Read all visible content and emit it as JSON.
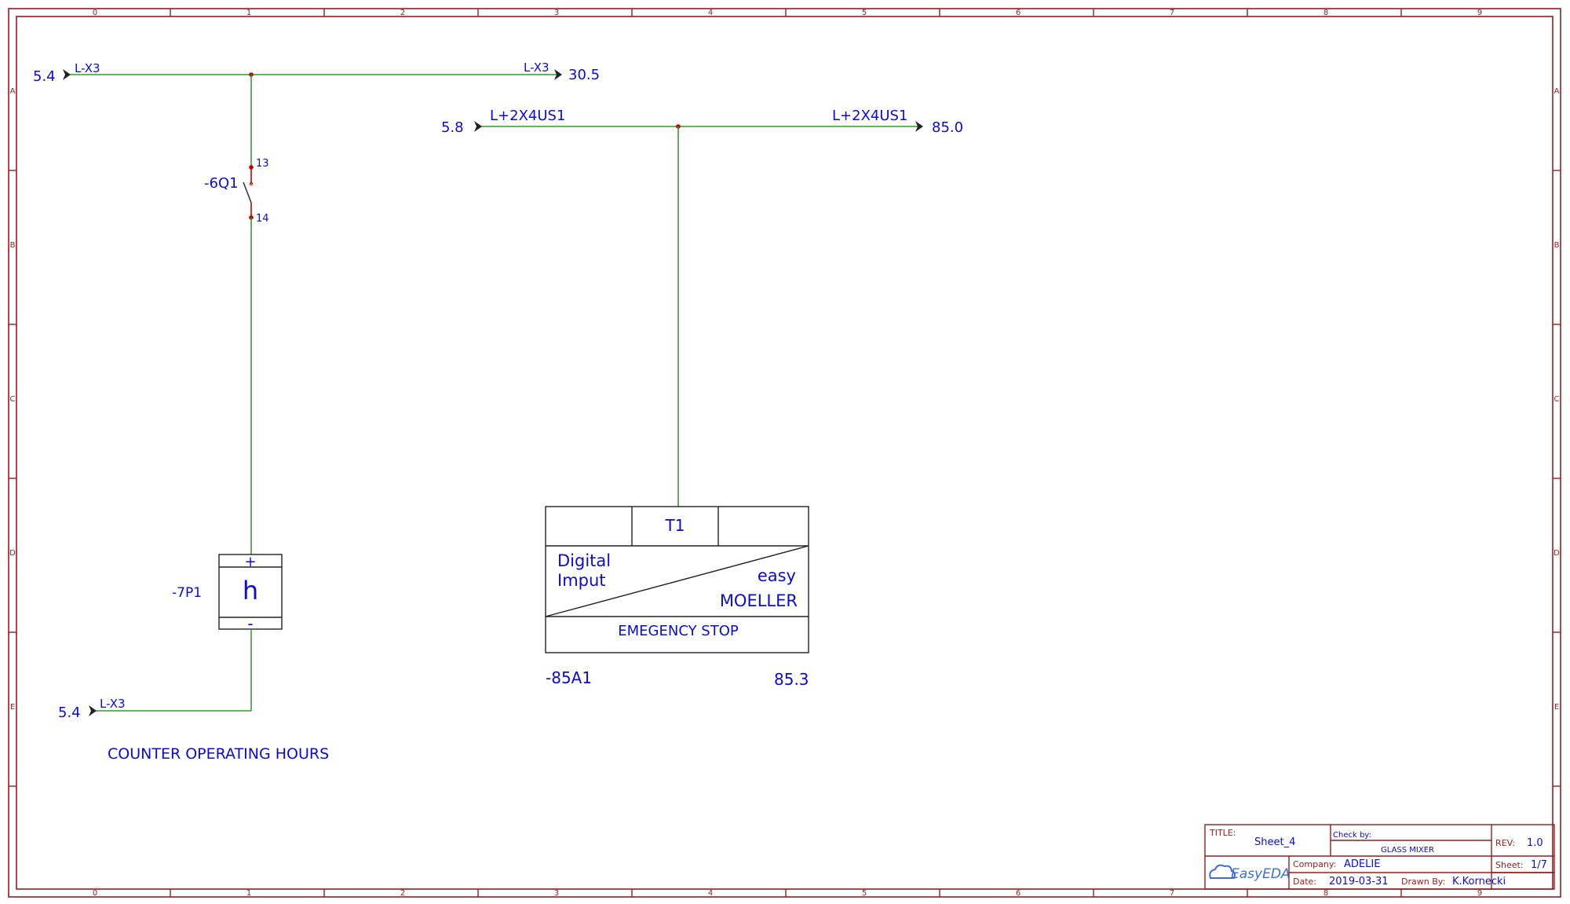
{
  "frame": {
    "columns": [
      "0",
      "1",
      "2",
      "3",
      "4",
      "5",
      "6",
      "7",
      "8",
      "9"
    ],
    "rows": [
      "A",
      "B",
      "C",
      "D",
      "E"
    ]
  },
  "rail_top": {
    "left_ref": "5.4",
    "left_net": "L-X3",
    "right_net": "L-X3",
    "right_ref": "30.5"
  },
  "rail_mid": {
    "left_ref": "5.8",
    "left_net": "L+2X4US1",
    "right_net": "L+2X4US1",
    "right_ref": "85.0"
  },
  "switch": {
    "designator": "-6Q1",
    "pin_top": "13",
    "pin_bottom": "14"
  },
  "counter": {
    "designator": "-7P1",
    "symbol": "h",
    "plus": "+",
    "minus": "-",
    "caption": "COUNTER OPERATING HOURS"
  },
  "rail_bottom": {
    "left_ref": "5.4",
    "left_net": "L-X3"
  },
  "module": {
    "header": "T1",
    "line1": "Digital",
    "line2": "Imput",
    "right1": "easy",
    "right2": "MOELLER",
    "footer": "EMEGENCY STOP",
    "designator": "-85A1",
    "ref": "85.3"
  },
  "title_block": {
    "title_label": "TITLE:",
    "title": "Sheet_4",
    "check_label": "Check by:",
    "project": "GLASS MIXER",
    "rev_label": "REV:",
    "rev": "1.0",
    "logo": "EasyEDA",
    "company_label": "Company:",
    "company": "ADELIE",
    "sheet_label": "Sheet:",
    "sheet": "1/7",
    "date_label": "Date:",
    "date": "2019-03-31",
    "drawn_label": "Drawn By:",
    "drawn": "K.Kornecki"
  },
  "colors": {
    "frame": "#9b1b1b",
    "wire": "#2e9e2e",
    "text": "#0b0bd8",
    "junction": "#c20000"
  }
}
